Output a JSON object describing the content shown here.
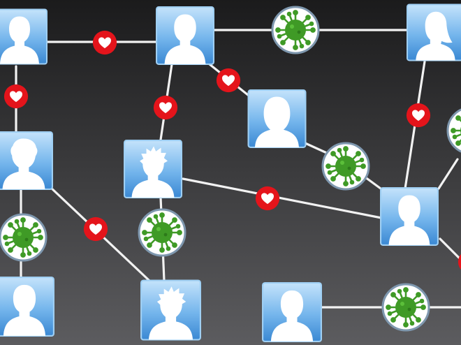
{
  "palette": {
    "background_top": "#1b1b1c",
    "background_bottom": "#5c5c5f",
    "connector": "#f2f2f2",
    "avatar_tile_top": "#bfe0fa",
    "avatar_tile_bottom": "#3f8fd8",
    "avatar_tile_border": "#8ec4ee",
    "silhouette": "#ffffff",
    "heart_badge": "#e4141b",
    "heart": "#ffffff",
    "virus_badge_ring": "#7e97ae",
    "virus_badge_fill": "#ffffff",
    "virus": "#3f9a26"
  },
  "nodes": {
    "avatars": [
      {
        "id": "a1",
        "figure": "short-hair-person"
      },
      {
        "id": "a2",
        "figure": "short-hair-person"
      },
      {
        "id": "a3",
        "figure": "long-hair-person"
      },
      {
        "id": "a4",
        "figure": "ponytail-person"
      },
      {
        "id": "a5",
        "figure": "wavy-hair-person"
      },
      {
        "id": "a6",
        "figure": "spiky-hair-person"
      },
      {
        "id": "a7",
        "figure": "short-hair-person"
      },
      {
        "id": "a8",
        "figure": "short-hair-person"
      },
      {
        "id": "a9",
        "figure": "spiky-hair-person"
      },
      {
        "id": "a10",
        "figure": "short-hair-person"
      }
    ],
    "badges": [
      {
        "id": "h1",
        "icon": "heart-icon"
      },
      {
        "id": "h2",
        "icon": "heart-icon"
      },
      {
        "id": "h3",
        "icon": "heart-icon"
      },
      {
        "id": "h4",
        "icon": "heart-icon"
      },
      {
        "id": "h5",
        "icon": "heart-icon"
      },
      {
        "id": "h6",
        "icon": "heart-icon"
      },
      {
        "id": "h7",
        "icon": "heart-icon"
      },
      {
        "id": "h8",
        "icon": "heart-icon"
      },
      {
        "id": "v1",
        "icon": "virus-icon"
      },
      {
        "id": "v2",
        "icon": "virus-icon"
      },
      {
        "id": "v3",
        "icon": "virus-icon"
      },
      {
        "id": "v4",
        "icon": "virus-icon"
      },
      {
        "id": "v5",
        "icon": "virus-icon"
      },
      {
        "id": "v6",
        "icon": "virus-icon"
      }
    ]
  }
}
